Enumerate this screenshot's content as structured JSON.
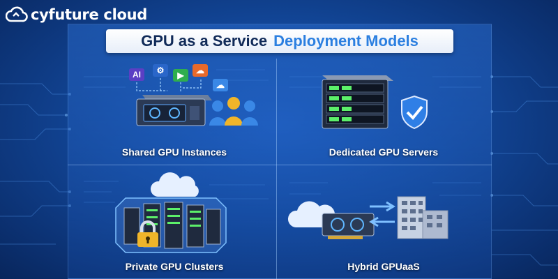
{
  "brand": {
    "name": "cyfuture cloud"
  },
  "title": {
    "main": "GPU as a Service",
    "accent": "Deployment Models"
  },
  "models": [
    {
      "label": "Shared GPU Instances"
    },
    {
      "label": "Dedicated GPU Servers"
    },
    {
      "label": "Private GPU Clusters"
    },
    {
      "label": "Hybrid GPUaaS"
    }
  ],
  "icons": {
    "ai_chip": "AI",
    "colors": {
      "accent": "#2b7fe0",
      "panel": "#134a9f",
      "shield": "#2f7fe6",
      "lock": "#f0b52a",
      "led": "#5cf06a"
    }
  }
}
